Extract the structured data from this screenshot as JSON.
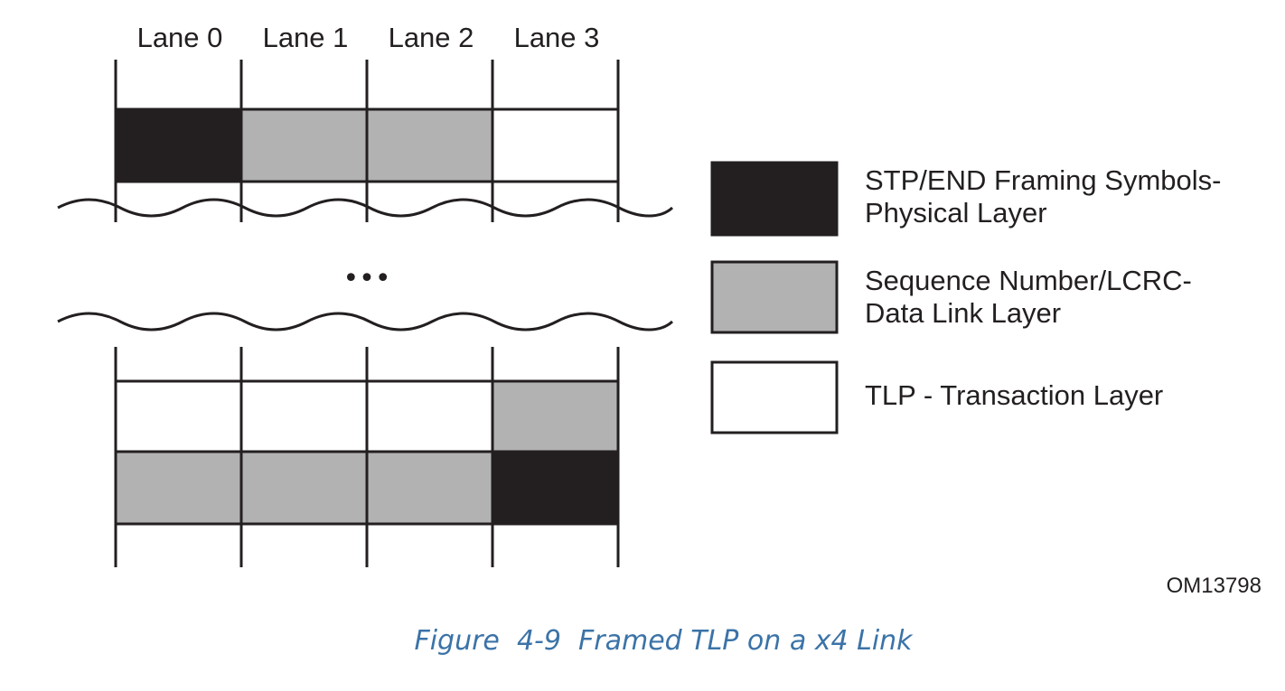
{
  "lanes": [
    "Lane 0",
    "Lane 1",
    "Lane 2",
    "Lane 3"
  ],
  "colors": {
    "framing": "#231f20",
    "link": "#b2b2b2",
    "tlp": "#ffffff",
    "caption": "#3b73a8"
  },
  "top_row": [
    "framing",
    "link",
    "link",
    "tlp"
  ],
  "bottom_rows": [
    [
      "tlp",
      "tlp",
      "tlp",
      "link"
    ],
    [
      "link",
      "link",
      "link",
      "framing"
    ]
  ],
  "ellipsis": "•••",
  "legend": [
    {
      "kind": "framing",
      "line1": "STP/END Framing Symbols-",
      "line2": "Physical Layer"
    },
    {
      "kind": "link",
      "line1": "Sequence Number/LCRC-",
      "line2": "Data Link Layer"
    },
    {
      "kind": "tlp",
      "line1": "TLP - Transaction Layer",
      "line2": ""
    }
  ],
  "figure_id": "OM13798",
  "caption": "Figure  4-9  Framed TLP on a x4 Link"
}
